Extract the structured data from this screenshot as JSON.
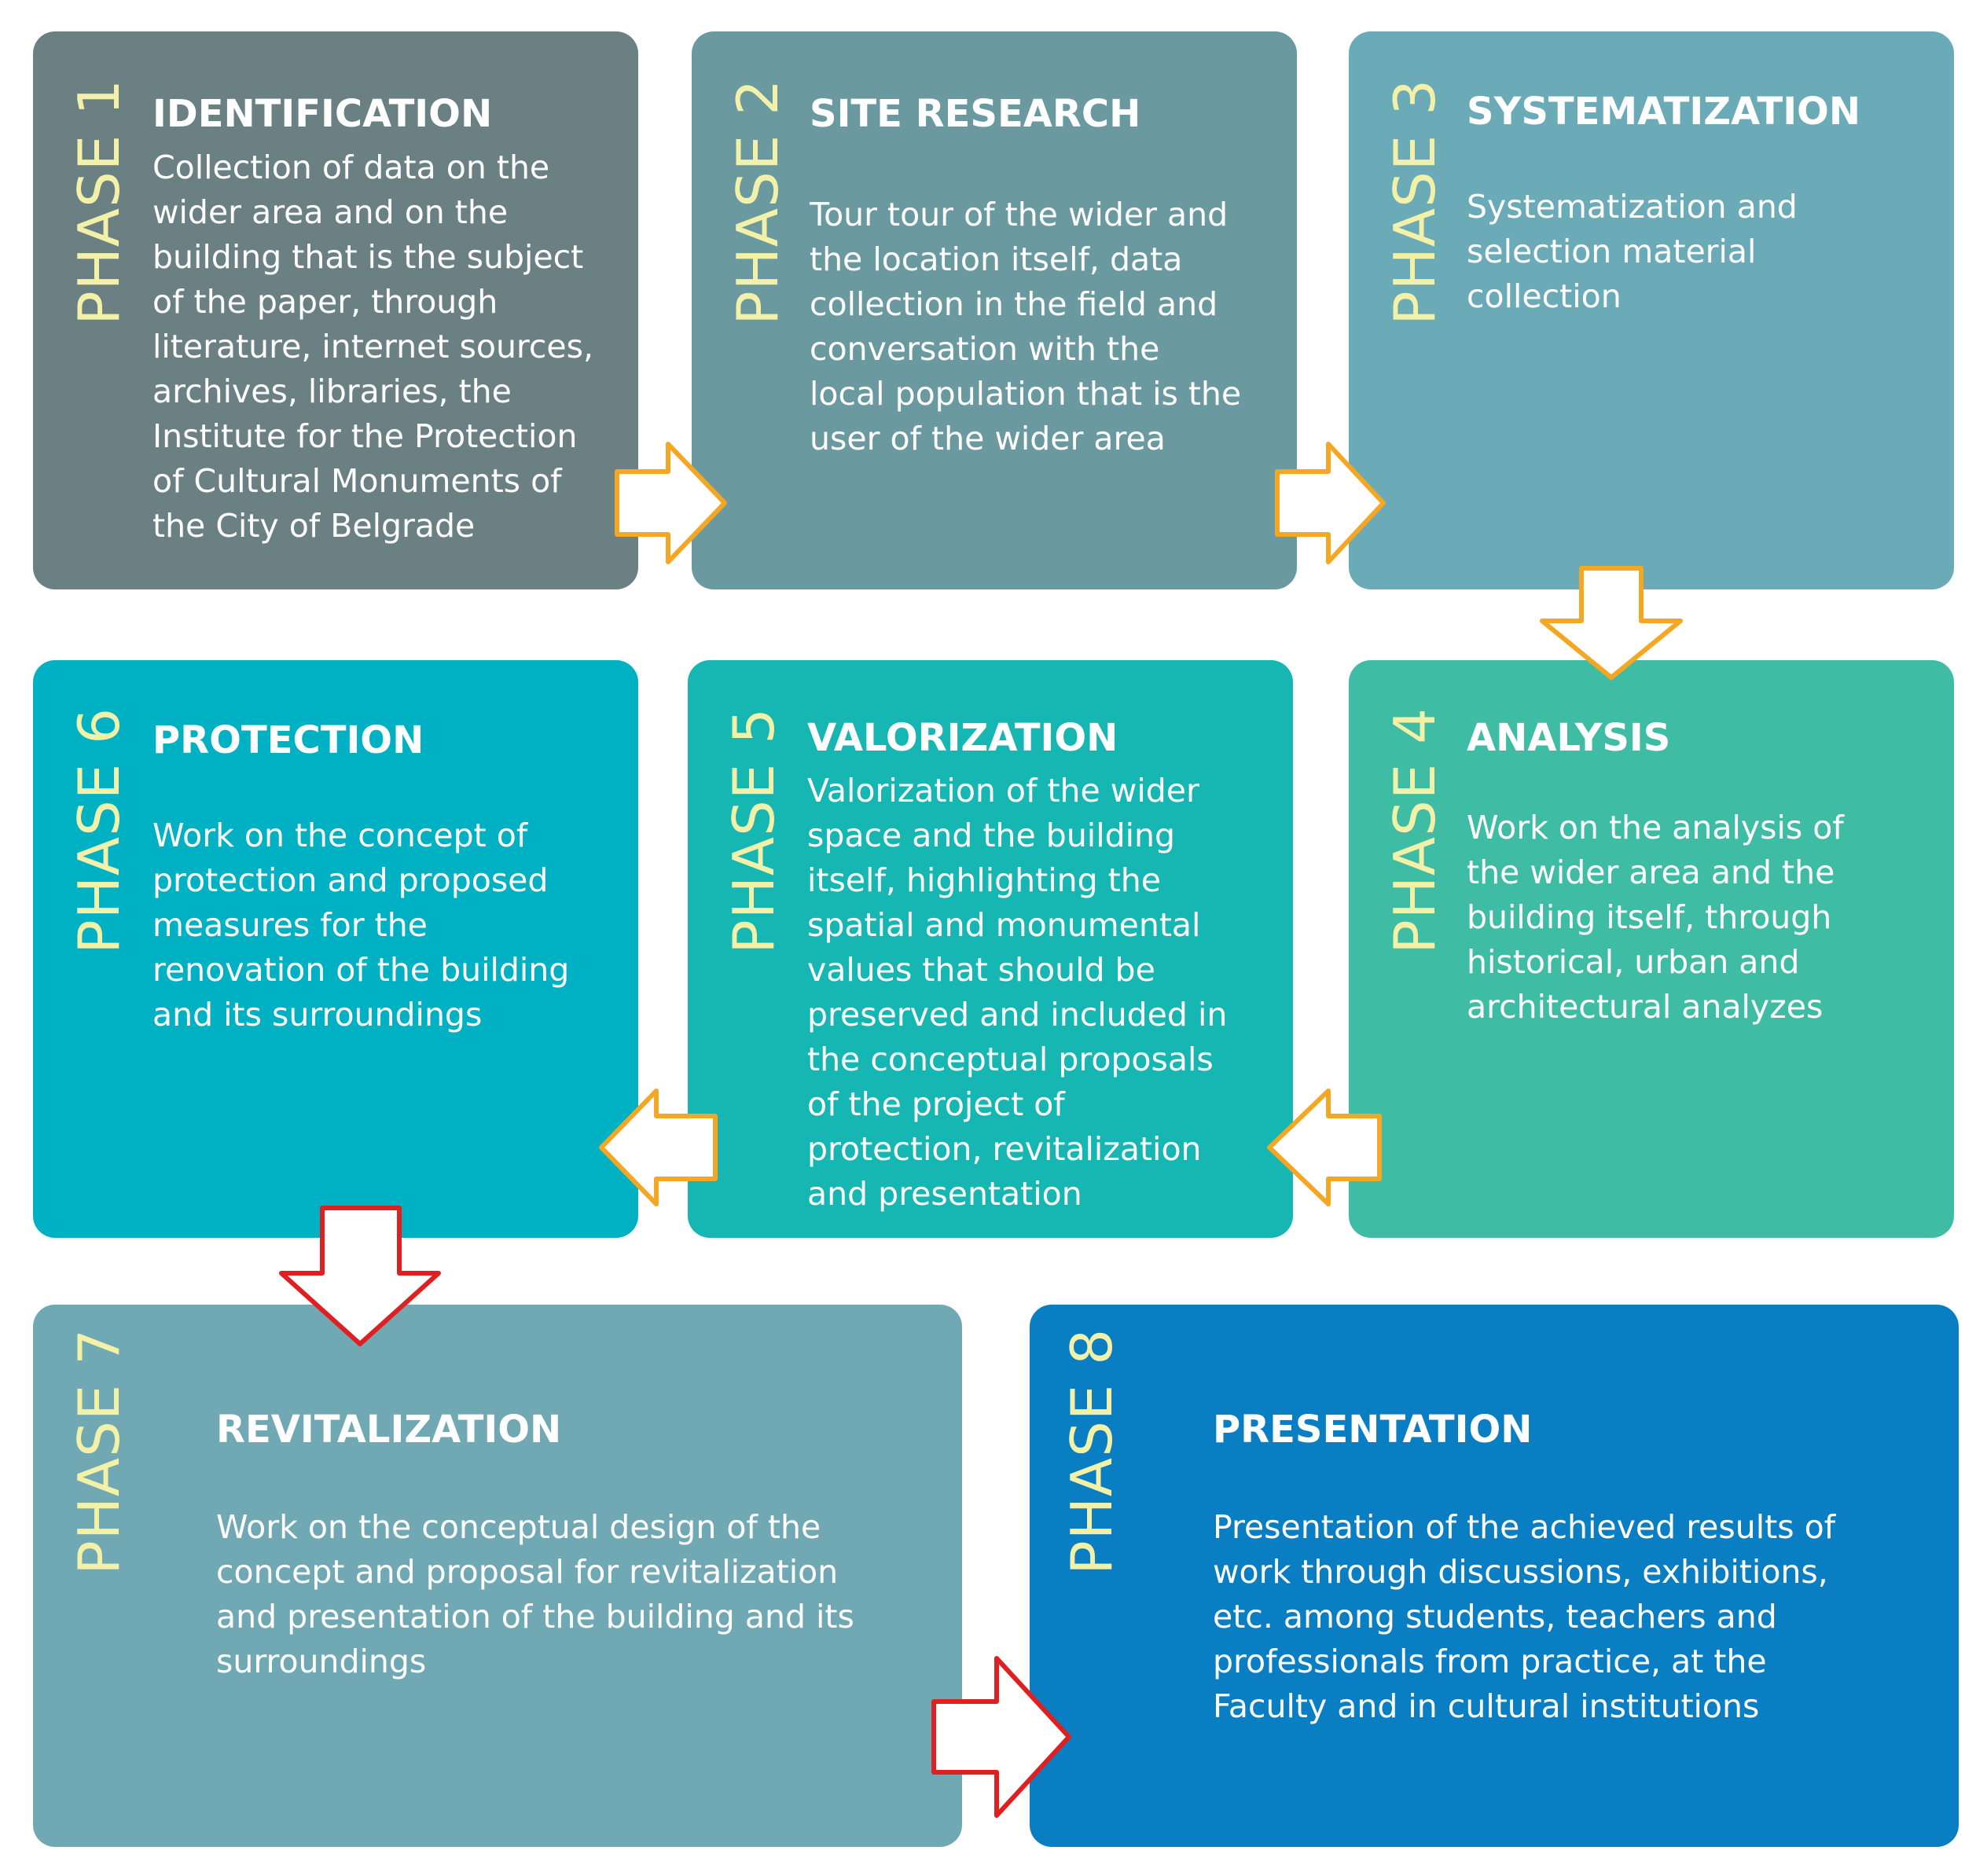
{
  "colors": {
    "phase_label": "#f3f1a8",
    "arrow_orange": "#f5a623",
    "arrow_red": "#e02020",
    "text": "#ffffff"
  },
  "phases": [
    {
      "label": "PHASE 1",
      "title": "IDENTIFICATION",
      "text": "Collection of data on the\nwider area and on the\nbuilding that is the subject\nof the paper, through\nliterature, internet sources,\narchives, libraries, the\nInstitute for the Protection\nof Cultural Monuments of\nthe City of Belgrade",
      "color": "#6a8083"
    },
    {
      "label": "PHASE 2",
      "title": "SITE RESEARCH",
      "text": "Tour tour of the wider and\nthe location itself, data\ncollection in the field and\nconversation with the\nlocal population that is the\nuser of the wider area",
      "color": "#6a9aa0"
    },
    {
      "label": "PHASE 3",
      "title": "SYSTEMATIZATION",
      "text": "Systematization and\nselection material\ncollection",
      "color": "#6aabb7"
    },
    {
      "label": "PHASE 4",
      "title": "ANALYSIS",
      "text": "Work on the analysis of\nthe wider area and the\nbuilding itself, through\nhistorical, urban and\narchitectural analyzes",
      "color": "#3fbda4"
    },
    {
      "label": "PHASE 5",
      "title": "VALORIZATION",
      "text": "Valorization of the wider\nspace and the building\nitself, highlighting the\nspatial and monumental\nvalues that should be\npreserved and included in\nthe conceptual proposals\nof the project of\nprotection, revitalization\nand presentation",
      "color": "#16b7b3"
    },
    {
      "label": "PHASE 6",
      "title": "PROTECTION",
      "text": "Work on the concept of\nprotection and proposed\nmeasures for the\nrenovation of the building\nand its surroundings",
      "color": "#00b1c4"
    },
    {
      "label": "PHASE 7",
      "title": "REVITALIZATION",
      "text": "Work on the conceptual design of the\nconcept and proposal for revitalization\nand presentation of the building and its\nsurroundings",
      "color": "#70a9b4"
    },
    {
      "label": "PHASE 8",
      "title": "PRESENTATION",
      "text": "Presentation of the achieved results of\nwork through discussions, exhibitions,\netc. among students, teachers and\nprofessionals from practice, at the\nFaculty and in cultural institutions",
      "color": "#0a7ec2"
    }
  ]
}
